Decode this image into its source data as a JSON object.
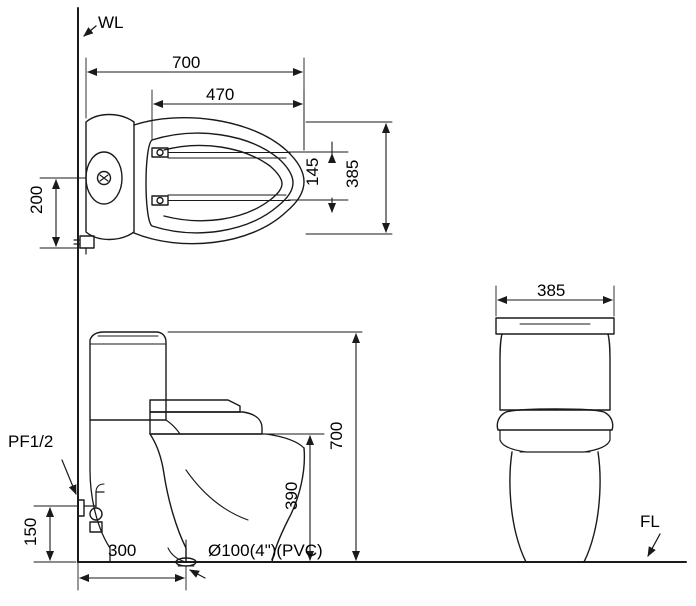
{
  "drawing": {
    "title": "Toilet technical drawing (top view, side view, front view)",
    "line_color": "#1a1a1a",
    "background": "#ffffff",
    "labels": {
      "wl": "WL",
      "fl": "FL",
      "pf": "PF1/2",
      "drain": "Ø100(4\")(PVC)"
    },
    "dimensions": {
      "top_view": {
        "overall_length": "700",
        "seat_length": "470",
        "overall_width": "385",
        "bowl_width": "145",
        "tank_offset": "200"
      },
      "side_view": {
        "height_total": "700",
        "seat_height": "390",
        "inlet_height": "150",
        "drain_offset": "300"
      },
      "front_view": {
        "width": "385"
      }
    }
  }
}
